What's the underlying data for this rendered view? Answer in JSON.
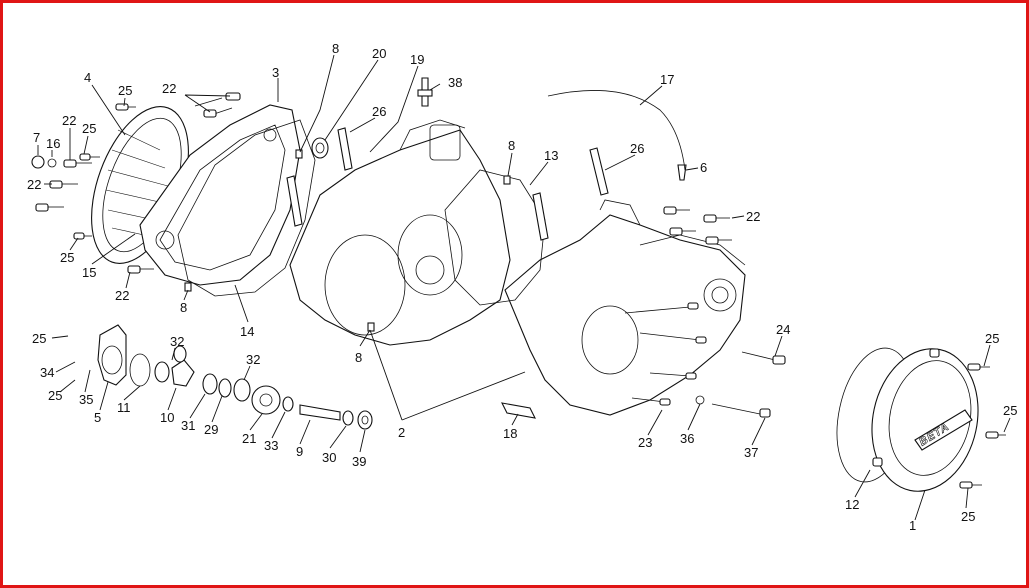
{
  "brand_logo_text": "BETA",
  "frame_color": "#e01515",
  "line_color": "#111111",
  "callouts": [
    {
      "id": "c4",
      "text": "4"
    },
    {
      "id": "c25a",
      "text": "25"
    },
    {
      "id": "c22a",
      "text": "22"
    },
    {
      "id": "c3",
      "text": "3"
    },
    {
      "id": "c8a",
      "text": "8"
    },
    {
      "id": "c20",
      "text": "20"
    },
    {
      "id": "c19",
      "text": "19"
    },
    {
      "id": "c38",
      "text": "38"
    },
    {
      "id": "c26a",
      "text": "26"
    },
    {
      "id": "c17",
      "text": "17"
    },
    {
      "id": "c7",
      "text": "7"
    },
    {
      "id": "c16",
      "text": "16"
    },
    {
      "id": "c22b",
      "text": "22"
    },
    {
      "id": "c25b",
      "text": "25"
    },
    {
      "id": "c22c",
      "text": "22"
    },
    {
      "id": "c8b",
      "text": "8"
    },
    {
      "id": "c13",
      "text": "13"
    },
    {
      "id": "c26b",
      "text": "26"
    },
    {
      "id": "c6",
      "text": "6"
    },
    {
      "id": "c22d",
      "text": "22"
    },
    {
      "id": "c25c",
      "text": "25"
    },
    {
      "id": "c15",
      "text": "15"
    },
    {
      "id": "c22e",
      "text": "22"
    },
    {
      "id": "c8c",
      "text": "8"
    },
    {
      "id": "c14",
      "text": "14"
    },
    {
      "id": "c24",
      "text": "24"
    },
    {
      "id": "c25d",
      "text": "25"
    },
    {
      "id": "c8d",
      "text": "8"
    },
    {
      "id": "c32a",
      "text": "32"
    },
    {
      "id": "c32b",
      "text": "32"
    },
    {
      "id": "c34",
      "text": "34"
    },
    {
      "id": "c25e",
      "text": "25"
    },
    {
      "id": "c35",
      "text": "35"
    },
    {
      "id": "c11",
      "text": "11"
    },
    {
      "id": "c5",
      "text": "5"
    },
    {
      "id": "c10",
      "text": "10"
    },
    {
      "id": "c31",
      "text": "31"
    },
    {
      "id": "c29",
      "text": "29"
    },
    {
      "id": "c21",
      "text": "21"
    },
    {
      "id": "c33",
      "text": "33"
    },
    {
      "id": "c9",
      "text": "9"
    },
    {
      "id": "c30",
      "text": "30"
    },
    {
      "id": "c39",
      "text": "39"
    },
    {
      "id": "c2",
      "text": "2"
    },
    {
      "id": "c18",
      "text": "18"
    },
    {
      "id": "c23",
      "text": "23"
    },
    {
      "id": "c36",
      "text": "36"
    },
    {
      "id": "c37",
      "text": "37"
    },
    {
      "id": "c25f",
      "text": "25"
    },
    {
      "id": "c25g",
      "text": "25"
    },
    {
      "id": "c12",
      "text": "12"
    },
    {
      "id": "c1",
      "text": "1"
    },
    {
      "id": "c25h",
      "text": "25"
    }
  ]
}
